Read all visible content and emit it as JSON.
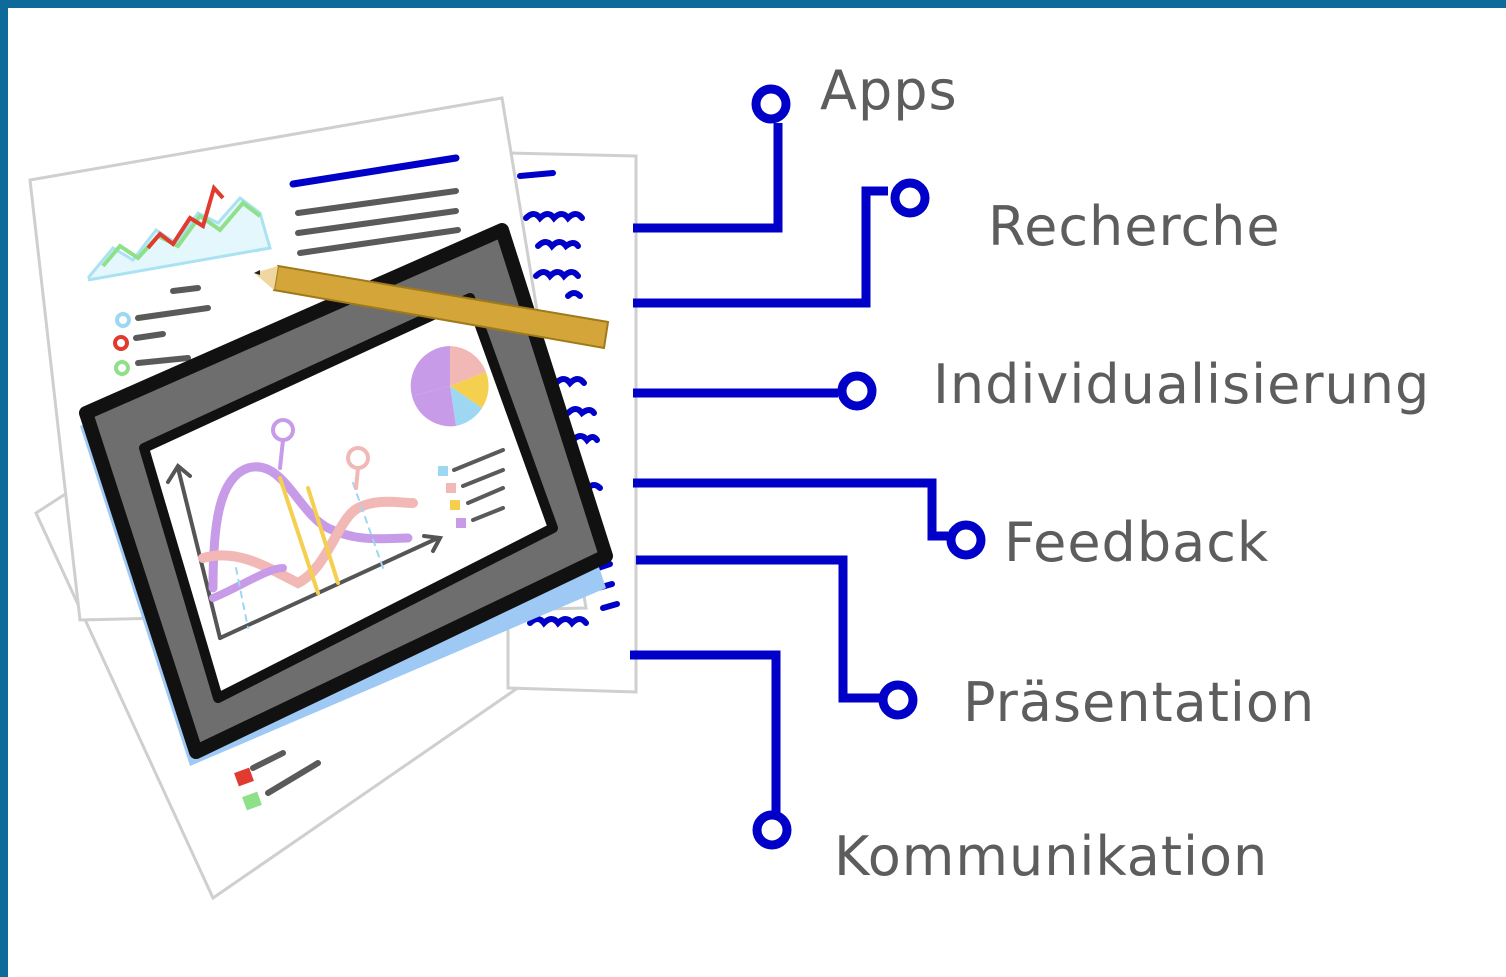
{
  "labels": {
    "apps": "Apps",
    "recherche": "Recherche",
    "individualisierung": "Individualisierung",
    "feedback": "Feedback",
    "praesentation": "Präsentation",
    "kommunikation": "Kommunikation"
  },
  "colors": {
    "frame": "#0e6a9b",
    "connector": "#0000c8",
    "label_text": "#5d5d5d",
    "tablet_frame": "#6e6e6e",
    "pencil": "#d4a63a"
  }
}
